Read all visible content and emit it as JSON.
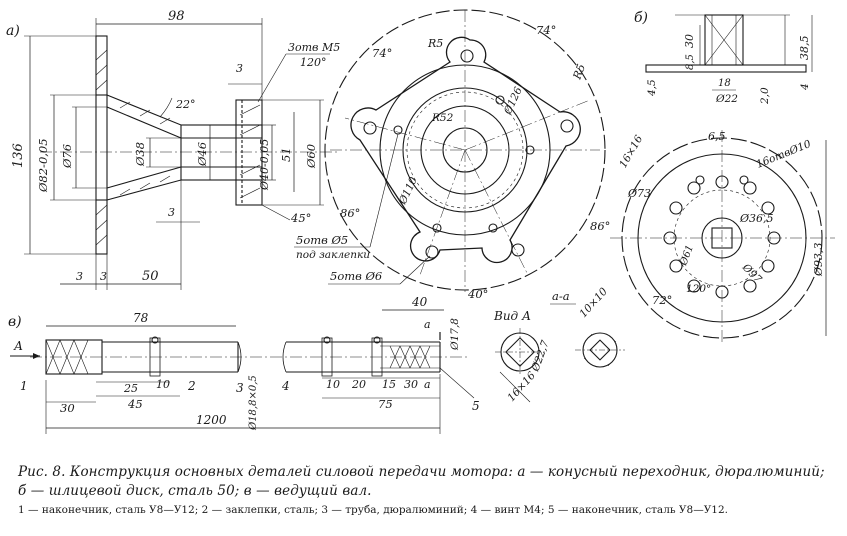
{
  "caption": {
    "main": "Рис. 8. Конструкция основных деталей силовой передачи мотора: а — конусный переходник, дюралюминий; б — шлицевой диск, сталь 50; в — ведущий вал.",
    "legend": "1 — наконечник, сталь У8—У12; 2 — заклепки, сталь; 3 — труба, дюралюминий; 4 — винт М4; 5 — наконечник, сталь У8—У12."
  },
  "panel_a": {
    "label": "а)",
    "dims": {
      "d98": "98",
      "d3hole": "3отв М5",
      "d120": "120°",
      "d3top": "3",
      "d22": "22°",
      "d136": "136",
      "d82": "Ø82-0,05",
      "d76": "Ø76",
      "d38": "Ø38",
      "d46": "Ø46",
      "d40": "Ø40-0,05",
      "d51": "51",
      "d60": "Ø60",
      "d45": "45°",
      "d3mid": "3",
      "d3left": "3",
      "d3left2": "3",
      "d50": "50"
    },
    "notes": {
      "holes5": "5отв Ø5",
      "rivets": "под заклепки",
      "holes6": "5отв Ø6",
      "r5a": "R5",
      "r5b": "R5",
      "r52": "R52",
      "d126": "Ø126",
      "d110": "Ø110",
      "a74a": "74°",
      "a74b": "74°",
      "a86a": "86°",
      "a86b": "86°",
      "a40": "40°"
    }
  },
  "panel_b": {
    "label": "б)",
    "dims": {
      "d30": "30",
      "d85": "8,5",
      "d45": "4,5",
      "d18": "18",
      "d22": "Ø22",
      "d20": "2,0",
      "d385": "38,5",
      "d4": "4",
      "d16x16": "16×16",
      "d65": "6,5",
      "holes10": "16отвØ10",
      "d73": "Ø73",
      "d365": "Ø36,5",
      "d61": "Ø61",
      "d120": "120°",
      "d97": "Ø97",
      "d933": "Ø93,3",
      "a72": "72°"
    }
  },
  "panel_v": {
    "label": "в)",
    "dims": {
      "d78": "78",
      "d40": "40",
      "arrowA": "А",
      "n1": "1",
      "n2": "2",
      "n3": "3",
      "n4": "4",
      "n5": "5",
      "d25": "25",
      "d10a": "10",
      "d45": "45",
      "d30": "30",
      "d1200": "1200",
      "tube": "Ø18,8×0,5",
      "d10b": "10",
      "d20": "20",
      "d15": "15",
      "d30b": "30",
      "d75": "75",
      "d178": "Ø17,8",
      "sec_a1": "а",
      "sec_a2": "а"
    },
    "views": {
      "vidA": "Вид А",
      "section": "а-а",
      "d10x10": "10×10",
      "d227": "Ø22,7",
      "d16x16": "16×16"
    }
  }
}
